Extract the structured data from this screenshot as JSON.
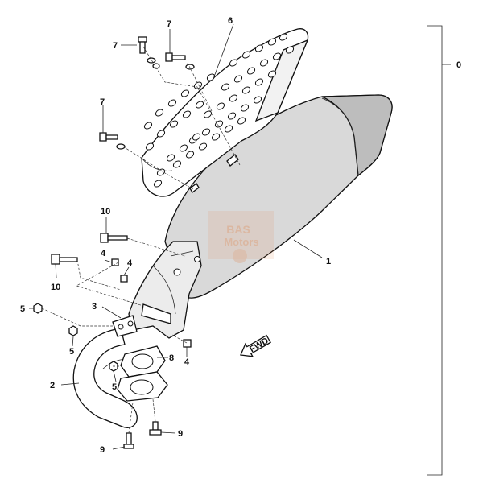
{
  "callouts": [
    {
      "id": "c0",
      "text": "0"
    },
    {
      "id": "c1",
      "text": "1"
    },
    {
      "id": "c2",
      "text": "2"
    },
    {
      "id": "c3",
      "text": "3"
    },
    {
      "id": "c4a",
      "text": "4"
    },
    {
      "id": "c4b",
      "text": "4"
    },
    {
      "id": "c5a",
      "text": "5"
    },
    {
      "id": "c5b",
      "text": "5"
    },
    {
      "id": "c5c",
      "text": "5"
    },
    {
      "id": "c6",
      "text": "6"
    },
    {
      "id": "c7a",
      "text": "7"
    },
    {
      "id": "c7b",
      "text": "7"
    },
    {
      "id": "c7c",
      "text": "7"
    },
    {
      "id": "c8",
      "text": "8"
    },
    {
      "id": "c9a",
      "text": "9"
    },
    {
      "id": "c9b",
      "text": "9"
    },
    {
      "id": "c10a",
      "text": "10"
    },
    {
      "id": "c10b",
      "text": "10"
    }
  ],
  "fwd_label": "FWD",
  "watermark": {
    "line1": "BAS",
    "line2": "Motors"
  },
  "colors": {
    "line": "#111111",
    "muffler_fill": "#d9d9d9",
    "muffler_dark": "#bdbdbd",
    "watermark": "#e07a3c"
  }
}
